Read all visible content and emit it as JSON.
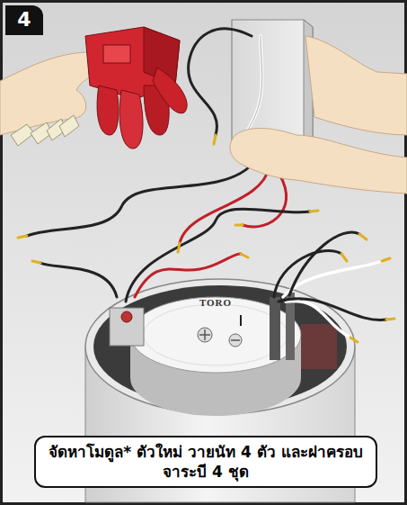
{
  "diagram": {
    "nodes": [
      {
        "text": [
          "4"
        ]
      },
      {
        "text": [
          "จัดหาโมดูล* ตัวใหม่ วายนัท 4 ตัว และฝาครอบจาระบี 4 ชุด"
        ]
      }
    ],
    "labels": [
      "TORO"
    ]
  }
}
